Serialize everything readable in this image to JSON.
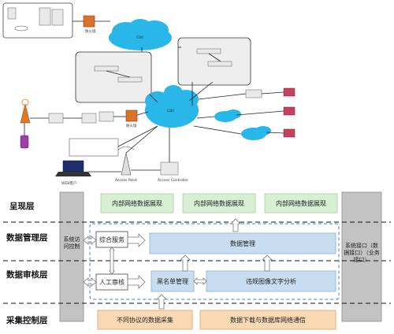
{
  "layers": [
    {
      "label": "呈现层"
    },
    {
      "label": "数据管理层"
    },
    {
      "label": "数据审核层"
    },
    {
      "label": "采集控制层"
    }
  ],
  "left_column": {
    "label": "系统访问控制"
  },
  "right_column": {
    "label": "系统接口（数据接口）（业务接口）"
  },
  "presentation_boxes": [
    "内部网络数据展现",
    "内部网络数据展现",
    "内部网络数据展现"
  ],
  "management": {
    "tag": "综合服务",
    "main": "数据管理"
  },
  "review": {
    "tag": "人工审核",
    "blacklist": "黑名单管理",
    "analysis": "违规图像文字分析"
  },
  "collection_boxes": [
    "不同协议的数据采集",
    "数据下载与数据库网络通信"
  ],
  "network_labels": {
    "cloud_top": "CBII",
    "cloud_mid": "CBII",
    "firewall_top": "防火墙",
    "firewall_mid": "防火墙",
    "wifi_pc": "WEB客户",
    "access_point": "Access Point",
    "access_controller": "Access Controller"
  }
}
